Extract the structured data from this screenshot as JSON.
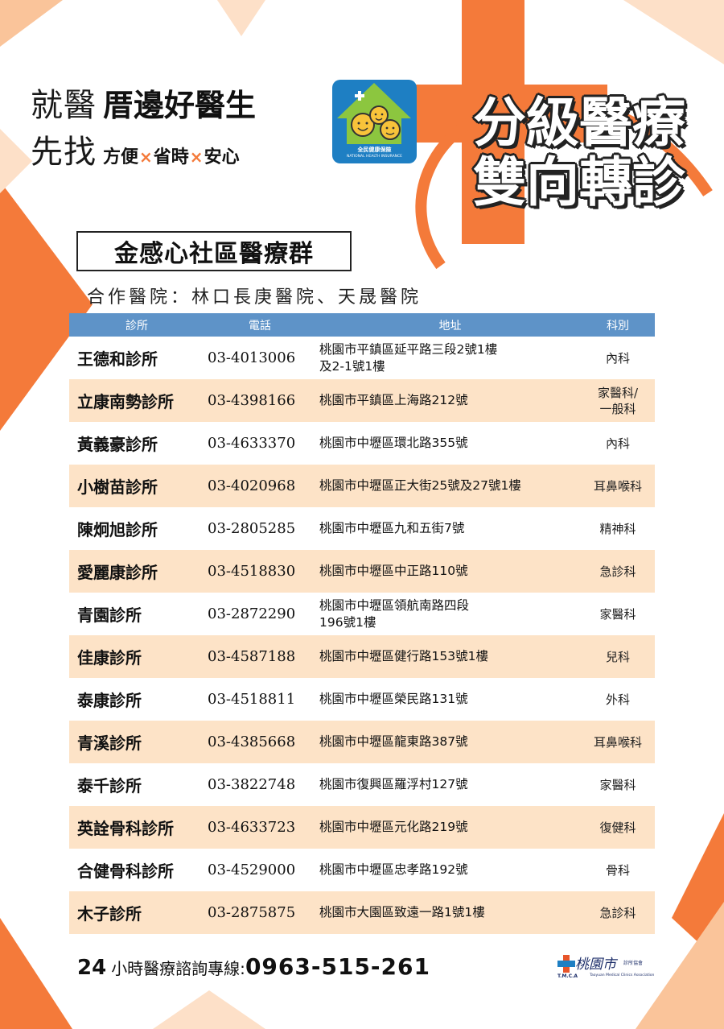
{
  "header": {
    "line1_left": "就醫",
    "line1_bold": "厝邊好醫生",
    "line2_left": "先找",
    "tags": [
      "方便",
      "省時",
      "安心"
    ],
    "separator": "×",
    "logo_text": "全民健康保險",
    "logo_sub": "NATIONAL HEALTH INSURANCE",
    "title_line1": "分級醫療",
    "title_line2": "雙向轉診"
  },
  "group": {
    "name": "金感心社區醫療群",
    "partner": "合作醫院：林口長庚醫院、天晟醫院"
  },
  "table": {
    "headers": [
      "診所",
      "電話",
      "地址",
      "科別"
    ],
    "rows": [
      {
        "name": "王德和診所",
        "phone": "03-4013006",
        "address": "桃園市平鎮區延平路三段2號1樓",
        "address2": "及2-1號1樓",
        "dept": "內科",
        "dept2": ""
      },
      {
        "name": "立康南勢診所",
        "phone": "03-4398166",
        "address": "桃園市平鎮區上海路212號",
        "address2": "",
        "dept": "家醫科/",
        "dept2": "一般科"
      },
      {
        "name": "黃義豪診所",
        "phone": "03-4633370",
        "address": "桃園市中壢區環北路355號",
        "address2": "",
        "dept": "內科",
        "dept2": ""
      },
      {
        "name": "小樹苗診所",
        "phone": "03-4020968",
        "address": "桃園市中壢區正大街25號及27號1樓",
        "address2": "",
        "dept": "耳鼻喉科",
        "dept2": ""
      },
      {
        "name": "陳炯旭診所",
        "phone": "03-2805285",
        "address": "桃園市中壢區九和五街7號",
        "address2": "",
        "dept": "精神科",
        "dept2": ""
      },
      {
        "name": "愛麗康診所",
        "phone": "03-4518830",
        "address": "桃園市中壢區中正路110號",
        "address2": "",
        "dept": "急診科",
        "dept2": ""
      },
      {
        "name": "青園診所",
        "phone": "03-2872290",
        "address": "桃園市中壢區領航南路四段",
        "address2": "196號1樓",
        "dept": "家醫科",
        "dept2": ""
      },
      {
        "name": "佳康診所",
        "phone": "03-4587188",
        "address": "桃園市中壢區健行路153號1樓",
        "address2": "",
        "dept": "兒科",
        "dept2": ""
      },
      {
        "name": "泰康診所",
        "phone": "03-4518811",
        "address": "桃園市中壢區榮民路131號",
        "address2": "",
        "dept": "外科",
        "dept2": ""
      },
      {
        "name": "青溪診所",
        "phone": "03-4385668",
        "address": "桃園市中壢區龍東路387號",
        "address2": "",
        "dept": "耳鼻喉科",
        "dept2": ""
      },
      {
        "name": "泰千診所",
        "phone": "03-3822748",
        "address": "桃園市復興區羅浮村127號",
        "address2": "",
        "dept": "家醫科",
        "dept2": ""
      },
      {
        "name": "英詮骨科診所",
        "phone": "03-4633723",
        "address": "桃園市中壢區元化路219號",
        "address2": "",
        "dept": "復健科",
        "dept2": ""
      },
      {
        "name": "合健骨科診所",
        "phone": "03-4529000",
        "address": "桃園市中壢區忠孝路192號",
        "address2": "",
        "dept": "骨科",
        "dept2": ""
      },
      {
        "name": "木子診所",
        "phone": "03-2875875",
        "address": "桃園市大園區致遠一路1號1樓",
        "address2": "",
        "dept": "急診科",
        "dept2": ""
      }
    ]
  },
  "footer": {
    "hours": "24",
    "label": "小時醫療諮詢專線:",
    "phone": "0963-515-261",
    "org_name": "桃園市",
    "org_small": "診所協會",
    "org_abbr": "T.M.C.A",
    "org_en": "Taoyuan Medical Clinics Association"
  },
  "colors": {
    "orange": "#f47a3a",
    "peach": "#fac49a",
    "table_header": "#5e93c8",
    "row_alt": "#fde3c7"
  }
}
